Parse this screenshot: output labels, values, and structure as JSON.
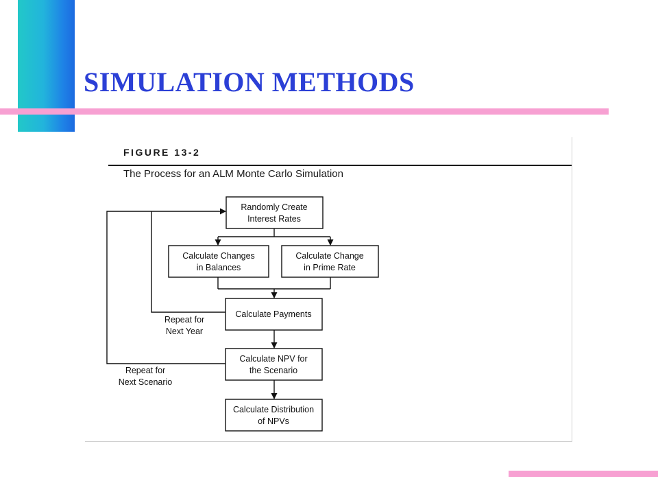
{
  "slide": {
    "title": "SIMULATION METHODS"
  },
  "figure": {
    "label": "FIGURE 13-2",
    "caption": "The Process for an ALM Monte Carlo Simulation",
    "boxes": {
      "random_rates": [
        "Randomly Create",
        "Interest Rates"
      ],
      "change_balances": [
        "Calculate Changes",
        "in Balances"
      ],
      "change_prime": [
        "Calculate Change",
        "in Prime Rate"
      ],
      "payments": [
        "Calculate Payments"
      ],
      "npv": [
        "Calculate NPV for",
        "the Scenario"
      ],
      "distribution": [
        "Calculate Distribution",
        "of NPVs"
      ]
    },
    "loop_labels": {
      "year": [
        "Repeat for",
        "Next Year"
      ],
      "scenario": [
        "Repeat for",
        "Next Scenario"
      ]
    }
  },
  "colors": {
    "title": "#2b3fd6",
    "accent_rule": "#f7a0d2",
    "accent_bar_start": "#22c8c8",
    "accent_bar_end": "#1c6ae0"
  }
}
